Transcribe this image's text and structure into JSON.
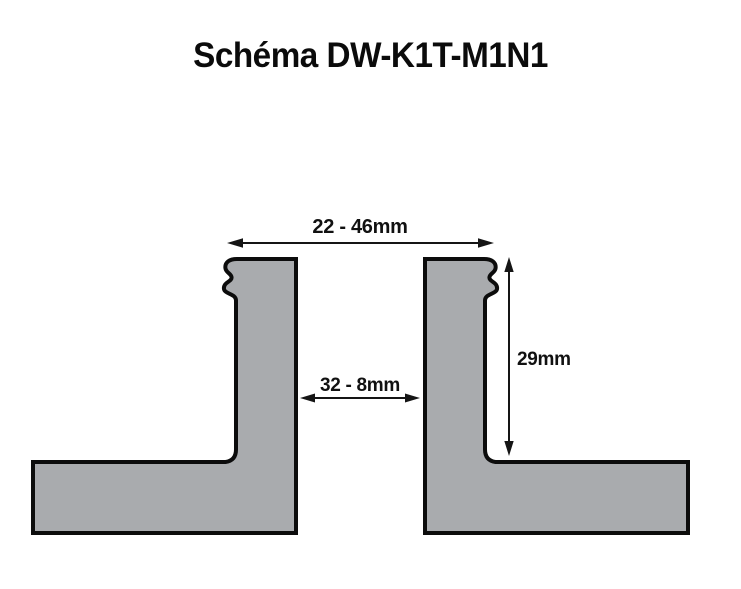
{
  "page": {
    "title": "Schéma DW-K1T-M1N1",
    "background": "#ffffff"
  },
  "diagram": {
    "type": "technical-drawing",
    "dimensions": {
      "top_span": "22 - 46mm",
      "gap": "32 - 8mm",
      "height": "29mm"
    },
    "colors": {
      "part_fill": "#a9abae",
      "part_stroke": "#0c0c0c",
      "dim": "#151515",
      "text": "#111111",
      "background": "#ffffff"
    }
  }
}
